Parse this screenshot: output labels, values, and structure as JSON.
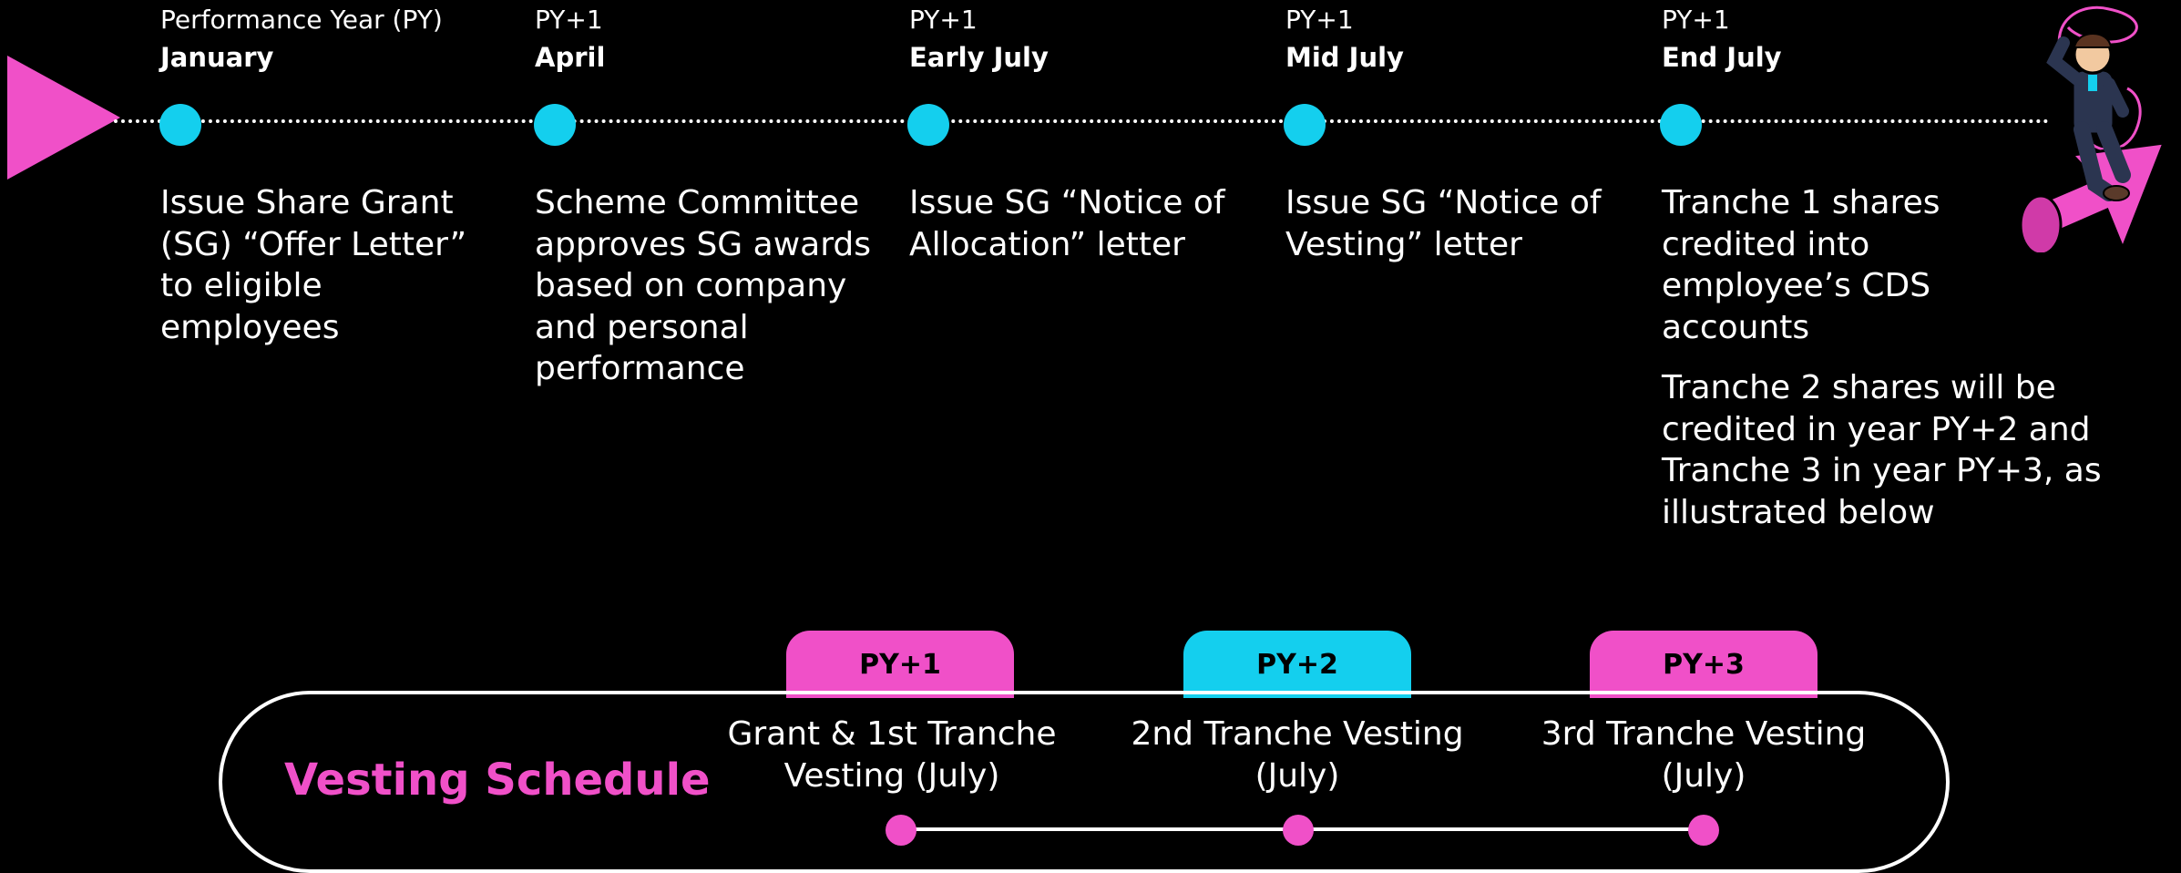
{
  "colors": {
    "background": "#000000",
    "accent_pink": "#f050c8",
    "accent_cyan": "#14cfee",
    "text": "#ffffff"
  },
  "timeline": [
    {
      "year": "Performance Year (PY)",
      "when": "January",
      "description": "Issue Share Grant (SG) “Offer Letter” to eligible employees"
    },
    {
      "year": "PY+1",
      "when": "April",
      "description": "Scheme Committee approves SG awards based on company and personal performance"
    },
    {
      "year": "PY+1",
      "when": "Early July",
      "description": "Issue SG “Notice of Allocation” letter"
    },
    {
      "year": "PY+1",
      "when": "Mid July",
      "description": "Issue SG “Notice of Vesting” letter"
    },
    {
      "year": "PY+1",
      "when": "End July",
      "description": "Tranche 1 shares credited into employee’s CDS accounts",
      "description_extra": "Tranche 2 shares will be credited in year PY+2 and Tranche 3 in year PY+3, as illustrated below"
    }
  ],
  "vesting": {
    "title": "Vesting Schedule",
    "steps": [
      {
        "tab": "PY+1",
        "tab_color": "#f050c8",
        "label": "Grant & 1st Tranche Vesting (July)"
      },
      {
        "tab": "PY+2",
        "tab_color": "#14cfee",
        "label": "2nd Tranche Vesting (July)"
      },
      {
        "tab": "PY+3",
        "tab_color": "#f050c8",
        "label": "3rd Tranche Vesting (July)"
      }
    ]
  },
  "icons": {
    "start": "play-triangle-icon",
    "mascot": "cowboy-riding-arrow-illustration"
  }
}
